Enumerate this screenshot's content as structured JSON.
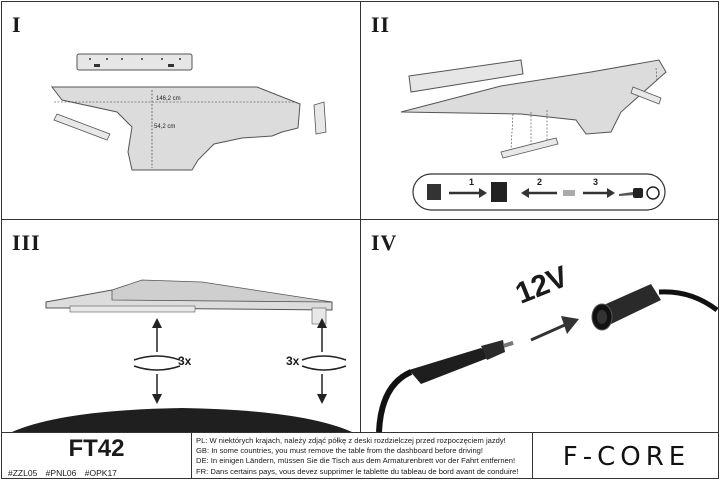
{
  "panels": {
    "p1": {
      "numeral": "I",
      "dim_width": "146,2 cm",
      "dim_height": "54,2 cm"
    },
    "p2": {
      "numeral": "II",
      "steps": [
        "1",
        "2",
        "3"
      ]
    },
    "p3": {
      "numeral": "III",
      "repeat_left": "3x",
      "repeat_right": "3x"
    },
    "p4": {
      "numeral": "IV",
      "voltage": "12V"
    }
  },
  "footer": {
    "model": "FT42",
    "tags": [
      "#ZZL05",
      "#PNL06",
      "#OPK17"
    ],
    "notices": [
      "PL: W niektórych krajach, należy zdjąć półkę z deski rozdzielczej przed rozpoczęciem jazdy!",
      "GB: In some countries, you must remove the table from the dashboard before driving!",
      "DE: In einigen Ländern, müssen Sie die Tisch aus dem Armaturenbrett vor der Fahrt entfernen!",
      "FR: Dans certains pays, vous devez supprimer le tablette du tableau de bord avant de conduire!"
    ],
    "brand": "F-CORE"
  },
  "colors": {
    "shape_fill": "#dcdcdc",
    "shape_stroke": "#555555",
    "dark": "#222222"
  }
}
